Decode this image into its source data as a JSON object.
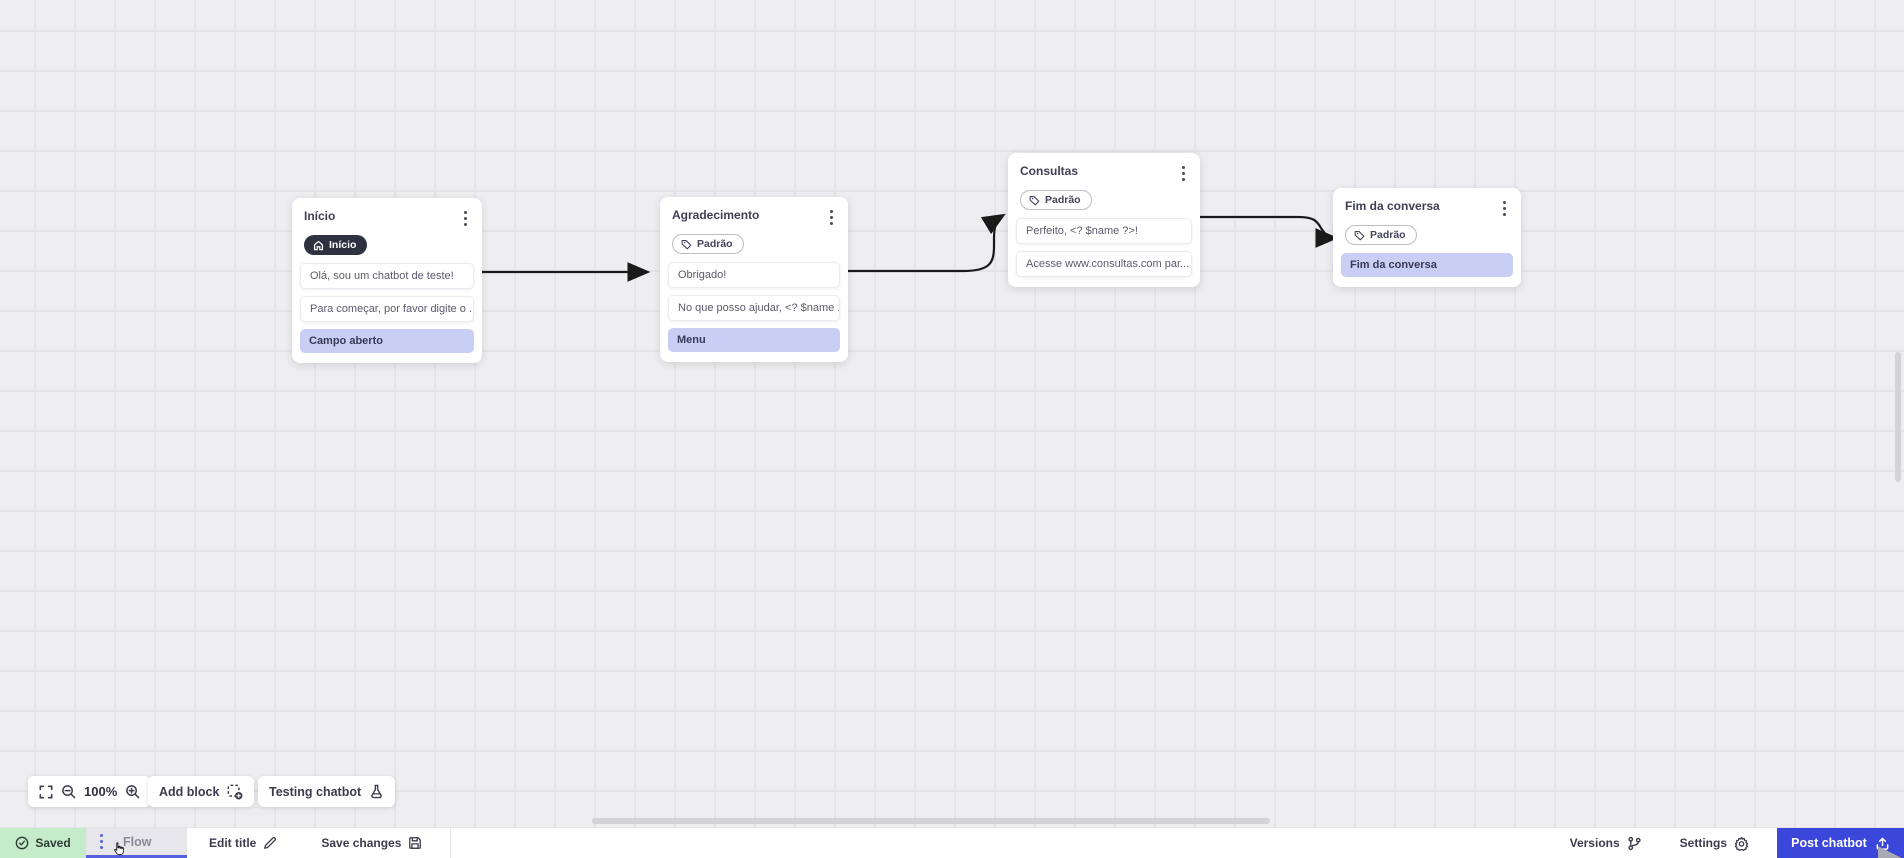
{
  "canvas": {
    "nodes": [
      {
        "title": "Início",
        "badge": {
          "icon": "home-icon",
          "label": "Início"
        },
        "messages": [
          "Olá, sou um chatbot de teste!",
          "Para começar, por favor digite o ..."
        ],
        "outputs": [
          "Campo aberto"
        ]
      },
      {
        "title": "Agradecimento",
        "badge": {
          "icon": "tag-icon",
          "label": "Padrão"
        },
        "messages": [
          "Obrigado!",
          "No que posso ajudar, <? $name ..."
        ],
        "outputs": [
          "Menu"
        ]
      },
      {
        "title": "Consultas",
        "badge": {
          "icon": "tag-icon",
          "label": "Padrão"
        },
        "messages": [
          "Perfeito, <? $name ?>!",
          "Acesse www.consultas.com par..."
        ],
        "outputs": []
      },
      {
        "title": "Fim da conversa",
        "badge": {
          "icon": "tag-icon",
          "label": "Padrão"
        },
        "messages": [],
        "outputs": [
          "Fim da conversa"
        ]
      }
    ]
  },
  "toolbar": {
    "zoom_level": "100%",
    "add_block_label": "Add block",
    "testing_label": "Testing chatbot"
  },
  "statusbar": {
    "saved_label": "Saved",
    "flow_tab_label": "Flow",
    "edit_title_label": "Edit title",
    "save_changes_label": "Save changes",
    "versions_label": "Versions",
    "settings_label": "Settings",
    "post_label": "Post chatbot"
  },
  "colors": {
    "accent_indigo": "#3b46da",
    "tab_underline": "#5560df",
    "saved_green": "#c4ebca",
    "output_lavender": "#c8cef4",
    "badge_dark": "#2d3140",
    "wire_black": "#1a1a1a"
  }
}
